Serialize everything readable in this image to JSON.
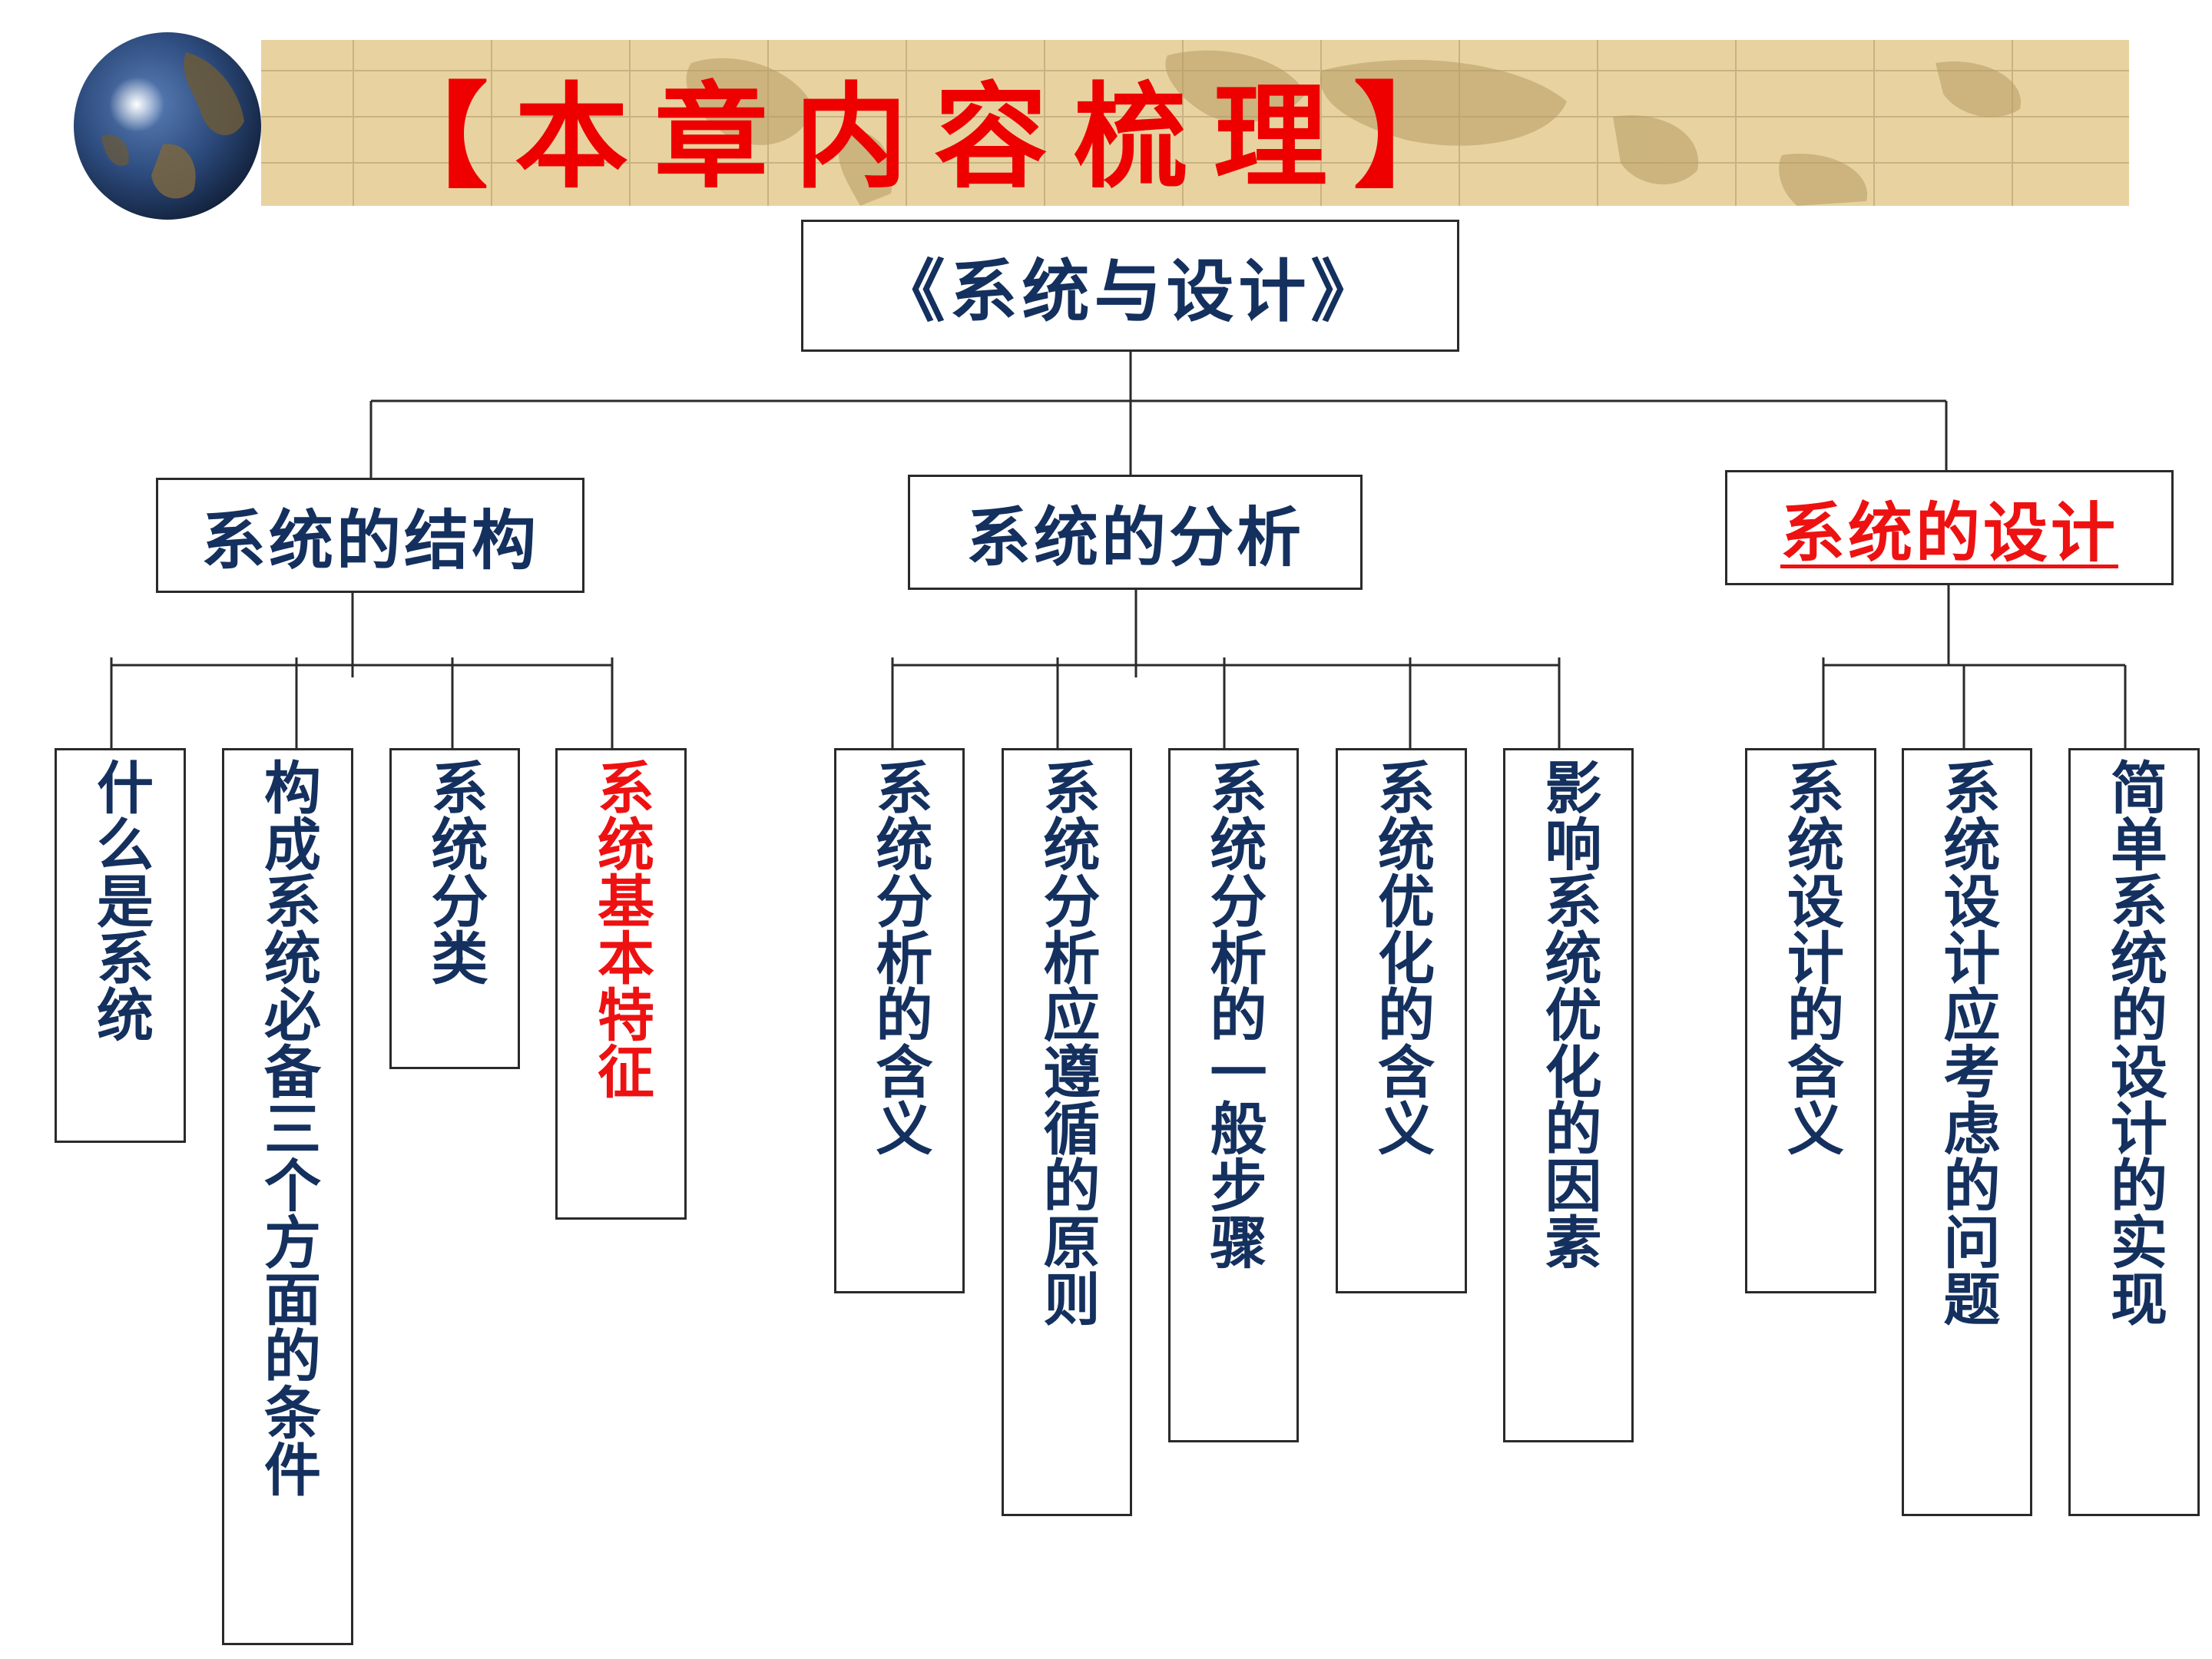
{
  "slide": {
    "title": "【本章内容梳理】"
  },
  "diagram": {
    "root": "《系统与设计》",
    "branches": [
      {
        "label": "系统的结构",
        "highlight": false,
        "leaves": [
          {
            "label": "什么是系统",
            "highlight": false
          },
          {
            "label": "构成系统必备三个方面的条件",
            "highlight": false
          },
          {
            "label": "系统分类",
            "highlight": false
          },
          {
            "label": "系统基本特征",
            "highlight": true
          }
        ]
      },
      {
        "label": "系统的分析",
        "highlight": false,
        "leaves": [
          {
            "label": "系统分析的含义",
            "highlight": false
          },
          {
            "label": "系统分析应遵循的原则",
            "highlight": false
          },
          {
            "label": "系统分析的一般步骤",
            "highlight": false
          },
          {
            "label": "系统优化的含义",
            "highlight": false
          },
          {
            "label": "影响系统优化的因素",
            "highlight": false
          }
        ]
      },
      {
        "label": "系统的设计",
        "highlight": true,
        "leaves": [
          {
            "label": "系统设计的含义",
            "highlight": false
          },
          {
            "label": "系统设计应考虑的问题",
            "highlight": false
          },
          {
            "label": "简单系统的设计的实现",
            "highlight": false
          }
        ]
      }
    ]
  },
  "colors": {
    "title": "#ee0000",
    "text": "#14305e",
    "highlight": "#ee1111",
    "banner": "#e8d3a0",
    "line": "#2a2a2a"
  },
  "icons": {
    "globe": "globe-icon",
    "banner_background": "world-map-pattern"
  }
}
